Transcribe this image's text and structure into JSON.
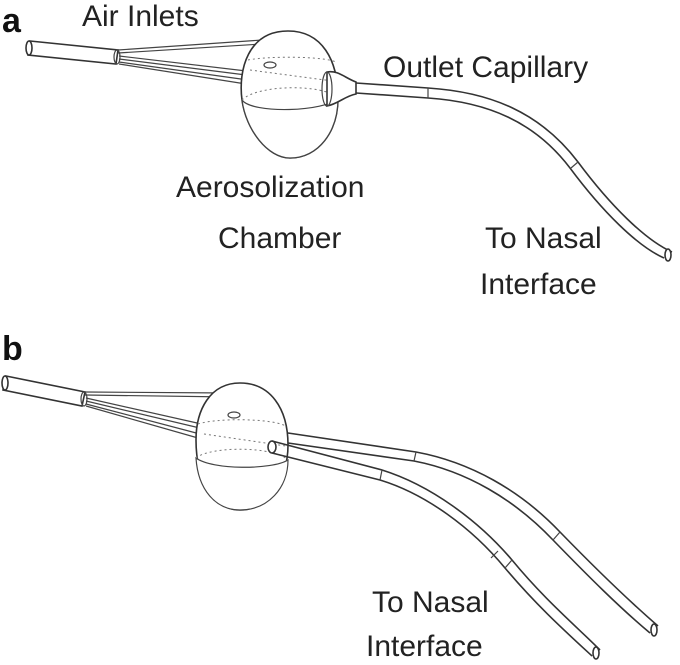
{
  "panels": [
    {
      "letter": "a",
      "labels": {
        "air_inlets": "Air Inlets",
        "outlet_capillary": "Outlet Capillary",
        "chamber_line1": "Aerosolization",
        "chamber_line2": "Chamber",
        "nasal_line1": "To Nasal",
        "nasal_line2": "Interface"
      }
    },
    {
      "letter": "b",
      "labels": {
        "nasal_line1": "To Nasal",
        "nasal_line2": "Interface"
      }
    }
  ]
}
